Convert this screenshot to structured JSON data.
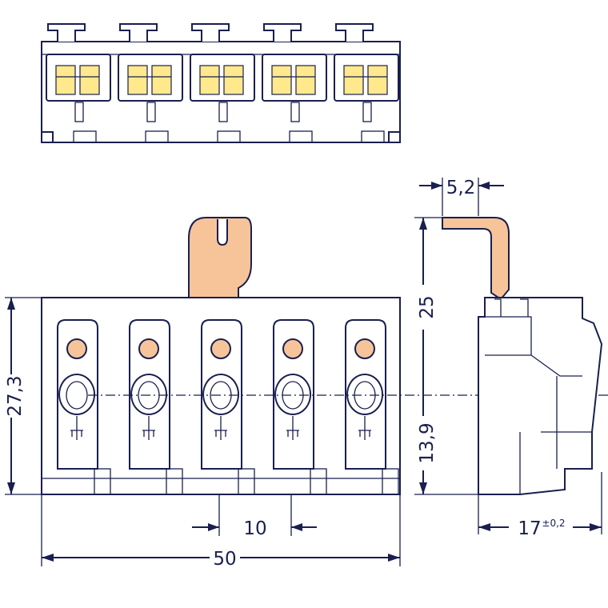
{
  "dimensions": {
    "pin_width": "5,2",
    "lever_height": "25",
    "housing_height": "27,3",
    "center_height": "13,9",
    "pitch": "10",
    "total_width": "50",
    "depth": "17",
    "depth_tolerance": "±0,2"
  },
  "colors": {
    "line": "#1a1f4e",
    "pin": "#f7c49a",
    "spring": "#ffe98c"
  }
}
